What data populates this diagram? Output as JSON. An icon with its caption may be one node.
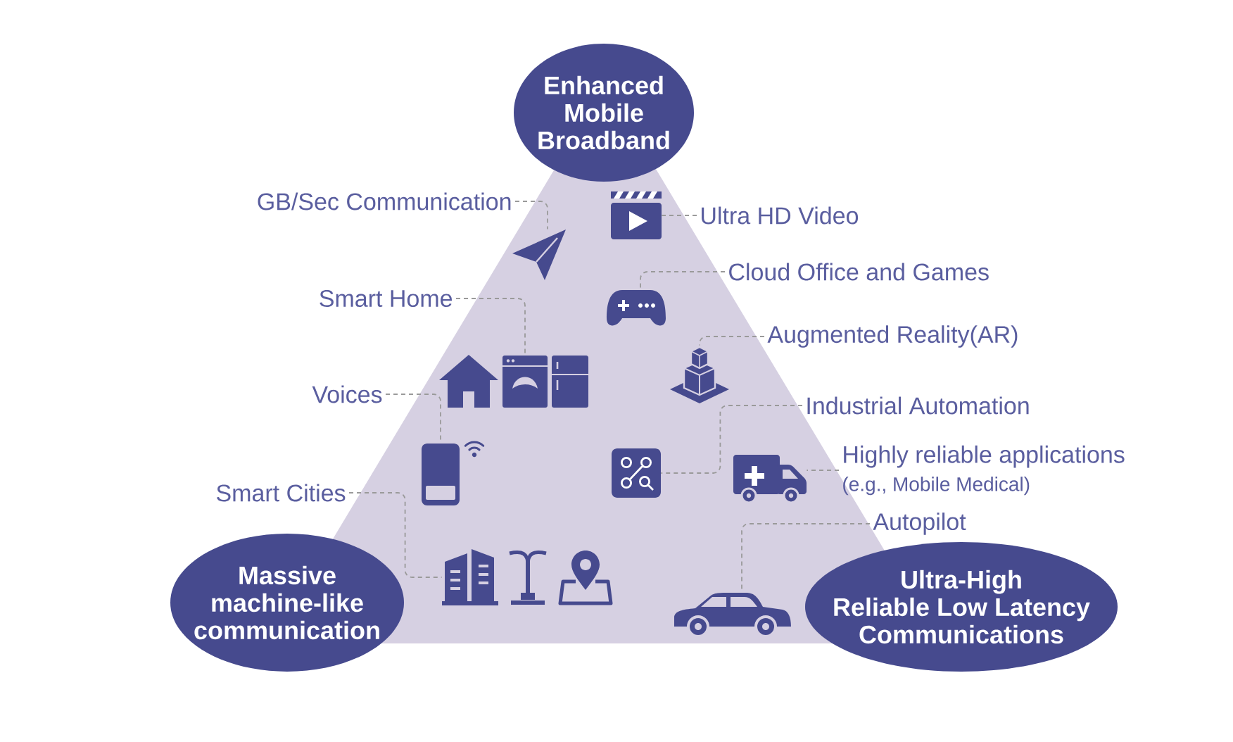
{
  "diagram": {
    "nodes": [
      {
        "text": [
          "Enhanced Mobile Broadband"
        ]
      },
      {
        "text": [
          "GB/Sec Communication"
        ]
      },
      {
        "text": [],
        "shape": "picture"
      },
      {
        "text": [
          "Ultra HD Video"
        ]
      },
      {
        "text": [],
        "shape": "picture"
      },
      {
        "text": [],
        "shape": "picture"
      },
      {
        "text": [
          "Cloud Office and Games"
        ]
      },
      {
        "text": [
          "Smart Home"
        ]
      },
      {
        "text": [],
        "shape": "picture"
      },
      {
        "text": [
          "Augmented Reality(AR)"
        ]
      },
      {
        "text": [],
        "shape": "picture"
      },
      {
        "text": [
          "Voices"
        ]
      },
      {
        "text": [
          "Industrial Automation"
        ]
      },
      {
        "text": [],
        "shape": "picture"
      },
      {
        "text": [],
        "shape": "picture"
      },
      {
        "text": [],
        "shape": "picture"
      },
      {
        "text": [
          "Highly reliable applications",
          "(e.g., Mobile Medical)"
        ]
      },
      {
        "text": [
          "Smart Cities"
        ]
      },
      {
        "text": [
          "Autopilot"
        ]
      },
      {
        "text": [
          "Massive machine-like communication"
        ]
      },
      {
        "text": [],
        "shape": "picture"
      },
      {
        "text": [],
        "shape": "picture"
      },
      {
        "text": [
          "Ultra-High Reliable Low Latency Communications"
        ]
      }
    ],
    "edges": [
      {
        "from": 1,
        "to": 4,
        "arrow": "none",
        "style": "dashed"
      },
      {
        "from": 3,
        "to": 2,
        "arrow": "none",
        "style": "dashed"
      },
      {
        "from": 6,
        "to": 5,
        "arrow": "none",
        "style": "dashed"
      },
      {
        "from": 7,
        "to": 10,
        "arrow": "none",
        "style": "dashed"
      },
      {
        "from": 9,
        "to": 8,
        "arrow": "none",
        "style": "dashed"
      },
      {
        "from": 11,
        "to": 13,
        "arrow": "none",
        "style": "dashed"
      },
      {
        "from": 12,
        "to": 14,
        "arrow": "none",
        "style": "dashed"
      },
      {
        "from": 16,
        "to": 15,
        "arrow": "none",
        "style": "dashed"
      },
      {
        "from": 17,
        "to": 20,
        "arrow": "none",
        "style": "dashed"
      },
      {
        "from": 18,
        "to": 21,
        "arrow": "none",
        "style": "dashed"
      }
    ]
  }
}
